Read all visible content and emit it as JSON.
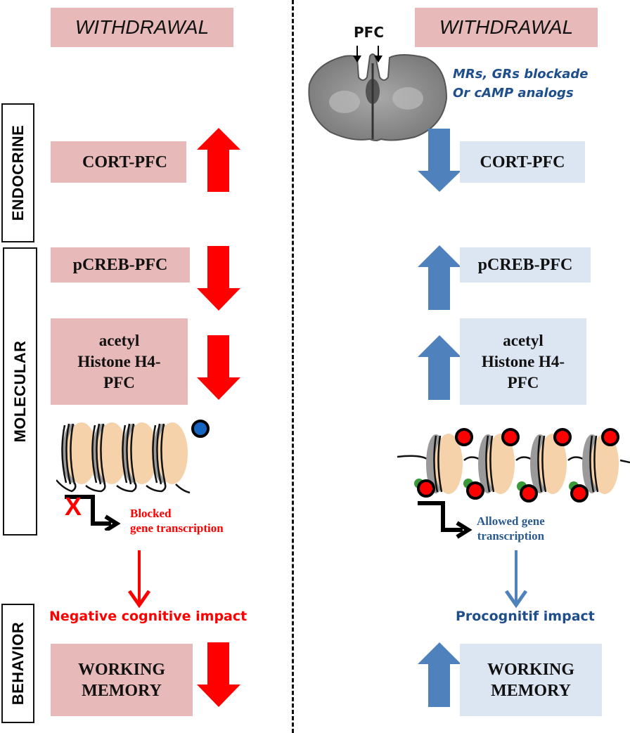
{
  "colors": {
    "pink_box": "#e8b9b9",
    "blue_box": "#dce6f2",
    "red_arrow": "#ff0000",
    "blue_arrow": "#4f81bd",
    "blue_text": "#1f4e8c",
    "nucleosome": "#f5d2aa"
  },
  "side_labels": [
    "ENDOCRINE",
    "MOLECULAR",
    "BEHAVIOR"
  ],
  "left": {
    "title": "WITHDRAWAL",
    "cort": {
      "label": "CORT-PFC",
      "arrow": "up"
    },
    "pcreb": {
      "label": "pCREB-PFC",
      "arrow": "down"
    },
    "histone": {
      "line1": "acetyl",
      "line2": "Histone H4-",
      "line3": "PFC",
      "arrow": "down"
    },
    "transcription": {
      "line1": "Blocked",
      "line2": "gene transcription",
      "blocked_mark": "X"
    },
    "impact": "Negative cognitive impact",
    "memory": {
      "line1": "WORKING",
      "line2": "MEMORY",
      "arrow": "down"
    }
  },
  "right": {
    "brain_label": "PFC",
    "title": "WITHDRAWAL",
    "treatment": {
      "line1": "MRs, GRs  blockade",
      "line2": "Or cAMP analogs"
    },
    "cort": {
      "label": "CORT-PFC",
      "arrow": "down"
    },
    "pcreb": {
      "label": "pCREB-PFC",
      "arrow": "up"
    },
    "histone": {
      "line1": "acetyl",
      "line2": "Histone H4-",
      "line3": "PFC",
      "arrow": "up"
    },
    "transcription": {
      "line1": "Allowed gene",
      "line2": "transcription"
    },
    "impact": "Procognitif impact",
    "memory": {
      "line1": "WORKING",
      "line2": "MEMORY",
      "arrow": "up"
    }
  }
}
